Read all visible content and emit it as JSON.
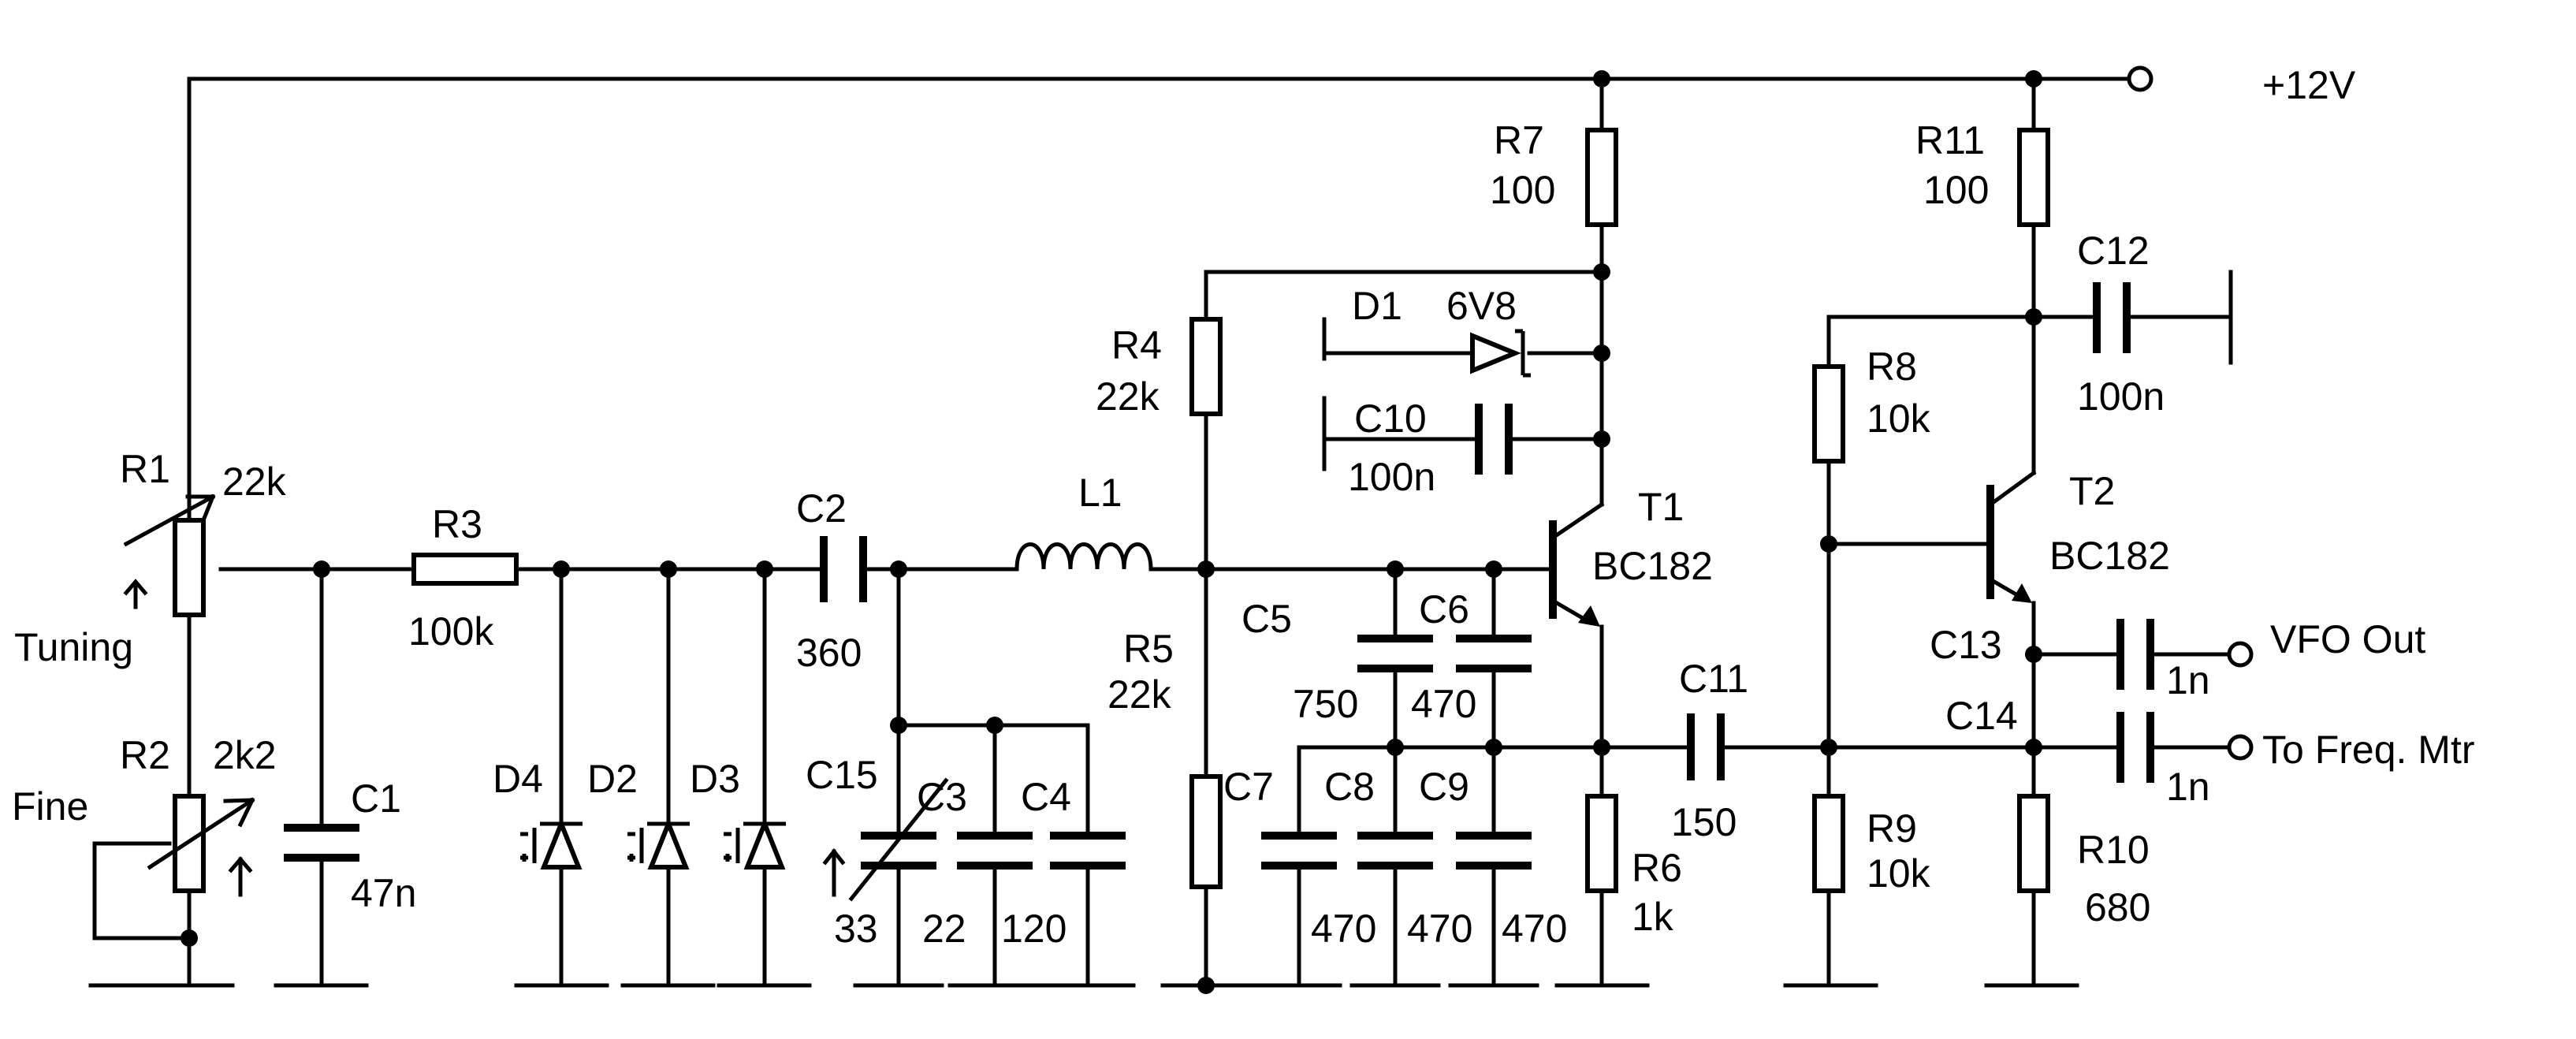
{
  "labels": {
    "supply": "+12V",
    "r1": "R1",
    "r1_value": "22k",
    "tuning": "Tuning",
    "r2": "R2",
    "r2_value": "2k2",
    "fine": "Fine",
    "r3": "R3",
    "r3_value": "100k",
    "c1": "C1",
    "c1_value": "47n",
    "d4": "D4",
    "d2": "D2",
    "d3": "D3",
    "c2": "C2",
    "c2_value": "360",
    "c15": "C15",
    "c15_value": "33",
    "c3": "C3",
    "c3_value": "22",
    "c4": "C4",
    "c4_value": "120",
    "l1": "L1",
    "r4": "R4",
    "r4_value": "22k",
    "r5": "R5",
    "r5_value": "22k",
    "c5": "C5",
    "c5_value": "750",
    "c6": "C6",
    "c6_value": "470",
    "c7": "C7",
    "c8": "C8",
    "c8_value": "470",
    "c9": "C9",
    "c9_value": "470",
    "c7_value": "470",
    "r7": "R7",
    "r7_value": "100",
    "d1": "D1",
    "d1_value": "6V8",
    "c10": "C10",
    "c10_value": "100n",
    "t1": "T1",
    "t1_value": "BC182",
    "r6": "R6",
    "r6_value": "1k",
    "c11": "C11",
    "c11_value": "150",
    "r11": "R11",
    "r11_value": "100",
    "c12": "C12",
    "c12_value": "100n",
    "r8": "R8",
    "r8_value": "10k",
    "t2": "T2",
    "t2_value": "BC182",
    "c13": "C13",
    "c13_value": "1n",
    "c14": "C14",
    "c14_value": "1n",
    "r9": "R9",
    "r9_value": "10k",
    "r10": "R10",
    "r10_value": "680",
    "vfo_out": "VFO Out",
    "freq_mtr": "To Freq. Mtr"
  }
}
